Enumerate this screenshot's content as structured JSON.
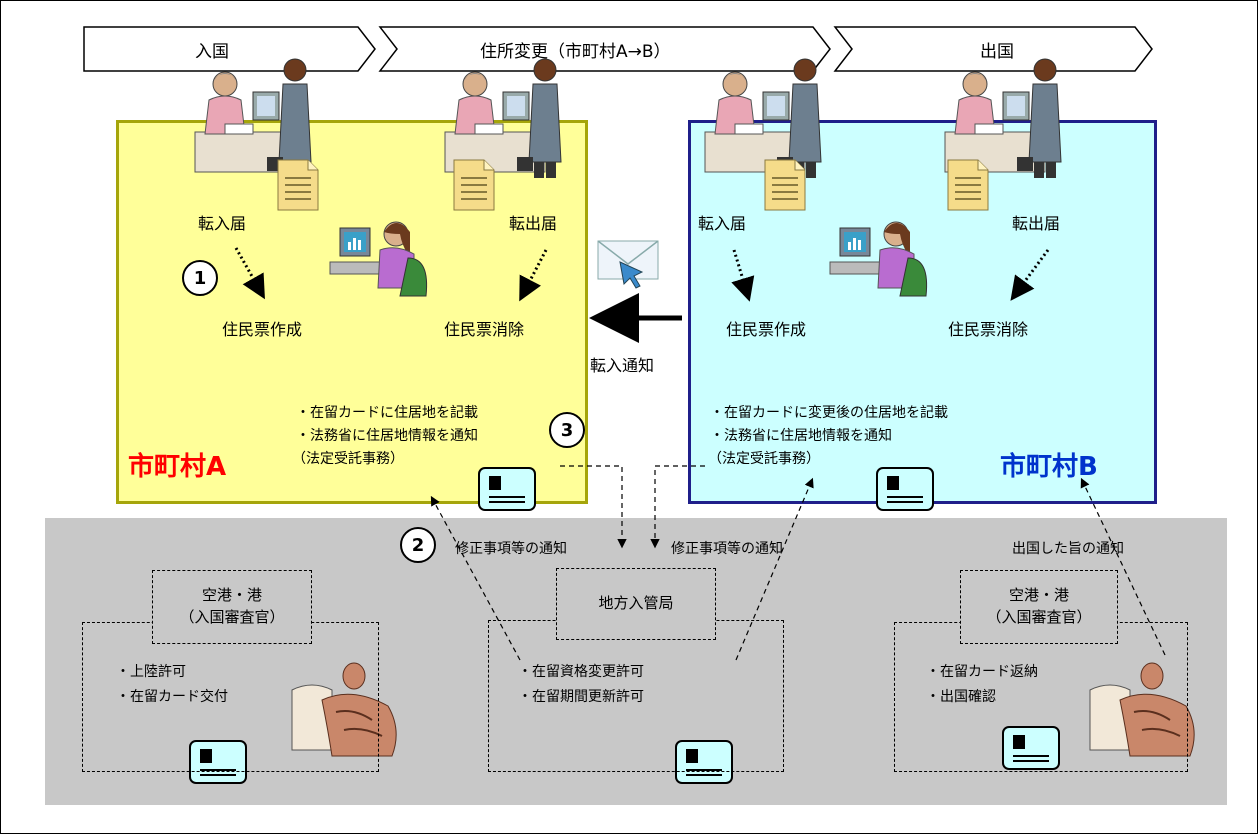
{
  "stages": [
    "入国",
    "住所変更（市町村A→B）",
    "出国"
  ],
  "muni_a": {
    "name": "市町村A",
    "name_color": "#ff0000",
    "transfer_in": "転入届",
    "transfer_out": "転出届",
    "create_record": "住民票作成",
    "delete_record": "住民票消除",
    "notes": [
      "・在留カードに住居地を記載",
      "・法務省に住居地情報を通知",
      "（法定受託事務）"
    ]
  },
  "muni_b": {
    "name": "市町村B",
    "name_color": "#0033cc",
    "transfer_in": "転入届",
    "transfer_out": "転出届",
    "create_record": "住民票作成",
    "delete_record": "住民票消除",
    "notes": [
      "・在留カードに変更後の住居地を記載",
      "・法務省に住居地情報を通知",
      "（法定受託事務）"
    ]
  },
  "transfer_notice": "転入通知",
  "markers": [
    "1",
    "2",
    "3"
  ],
  "correction_notice_left": "修正事項等の通知",
  "correction_notice_right": "修正事項等の通知",
  "departure_notice": "出国した旨の通知",
  "airport_left": {
    "title_line1": "空港・港",
    "title_line2": "（入国審査官）",
    "items": [
      "・上陸許可",
      "・在留カード交付"
    ]
  },
  "regional_bureau": {
    "title": "地方入管局",
    "items": [
      "・在留資格変更許可",
      "・在留期間更新許可"
    ]
  },
  "airport_right": {
    "title_line1": "空港・港",
    "title_line2": "（入国審査官）",
    "items": [
      "・在留カード返納",
      "・出国確認"
    ]
  },
  "icons": [
    "clerk-counter-icon",
    "document-icon",
    "computer-operator-icon",
    "email-envelope-icon",
    "residence-card-icon",
    "immigration-officer-icon"
  ]
}
